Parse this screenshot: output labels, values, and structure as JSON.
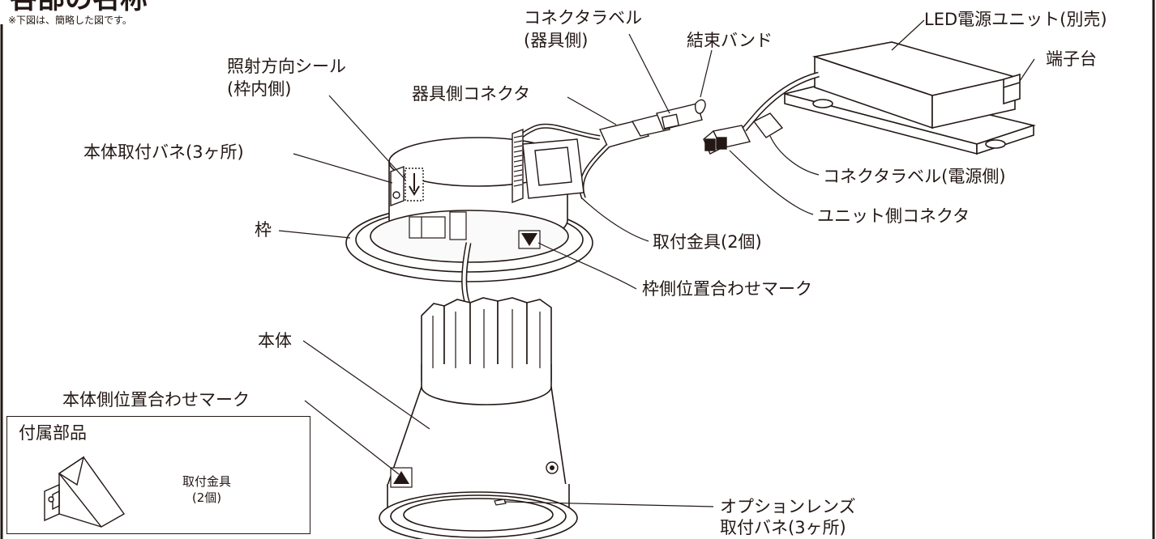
{
  "header": {
    "title": "各部の名称",
    "note": "※下図は、簡略した図です。"
  },
  "labels": {
    "connector_label_fixture_line1": "コネクタラベル",
    "connector_label_fixture_line2": "(器具側)",
    "cable_tie": "結束バンド",
    "led_power_unit": "LED電源ユニット(別売)",
    "terminal_block": "端子台",
    "illumination_seal_line1": "照射方向シール",
    "illumination_seal_line2": "(枠内側)",
    "fixture_connector": "器具側コネクタ",
    "body_spring": "本体取付バネ(3ヶ所)",
    "connector_label_power": "コネクタラベル(電源側)",
    "unit_connector": "ユニット側コネクタ",
    "frame": "枠",
    "mounting_bracket": "取付金具(2個)",
    "frame_alignment_mark": "枠側位置合わせマーク",
    "body": "本体",
    "body_alignment_mark": "本体側位置合わせマーク",
    "option_lens_line1": "オプションレンズ",
    "option_lens_line2": "取付バネ(3ヶ所)"
  },
  "accessories": {
    "title": "付属部品",
    "item_line1": "取付金具",
    "item_line2": "(2個)"
  },
  "icons": {
    "frame_mark": "triangle-down-icon",
    "body_mark": "triangle-up-icon",
    "seal_arrow": "arrow-down-icon"
  }
}
